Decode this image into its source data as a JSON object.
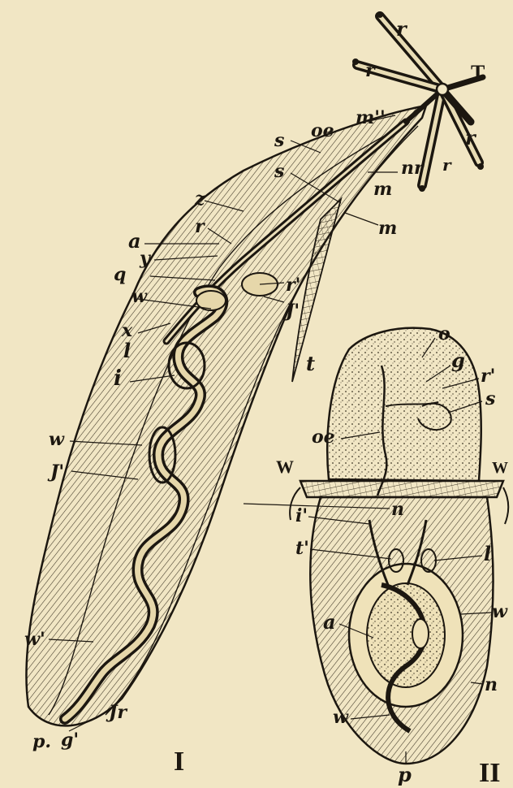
{
  "figure_I": {
    "numeral": "I",
    "labels": {
      "r1": "r",
      "r2": "r",
      "r3": "r",
      "r4": "r",
      "T": "T",
      "oe": "oe",
      "m2": "m''",
      "s1": "s",
      "s2": "s",
      "n": "nr",
      "m1": "m",
      "m3": "m",
      "z": "z",
      "r5": "r",
      "a": "a",
      "y": "y",
      "q": "q",
      "w1": "w",
      "x": "x",
      "r6": "r'",
      "J1": "J'",
      "l": "l",
      "t": "t",
      "i": "i",
      "w2": "w",
      "J2": "J'",
      "n2": "n",
      "w3": "w'",
      "J3": "Jr",
      "p": "p.",
      "g": "g'"
    }
  },
  "figure_II": {
    "numeral": "II",
    "labels": {
      "o": "o",
      "g": "g",
      "r": "r'",
      "s": "s",
      "oe": "oe",
      "W1": "W",
      "W2": "W",
      "i": "i'",
      "t": "t'",
      "l": "l",
      "w": "w",
      "a": "a",
      "n": "n",
      "w2": "w",
      "p": "p"
    }
  }
}
